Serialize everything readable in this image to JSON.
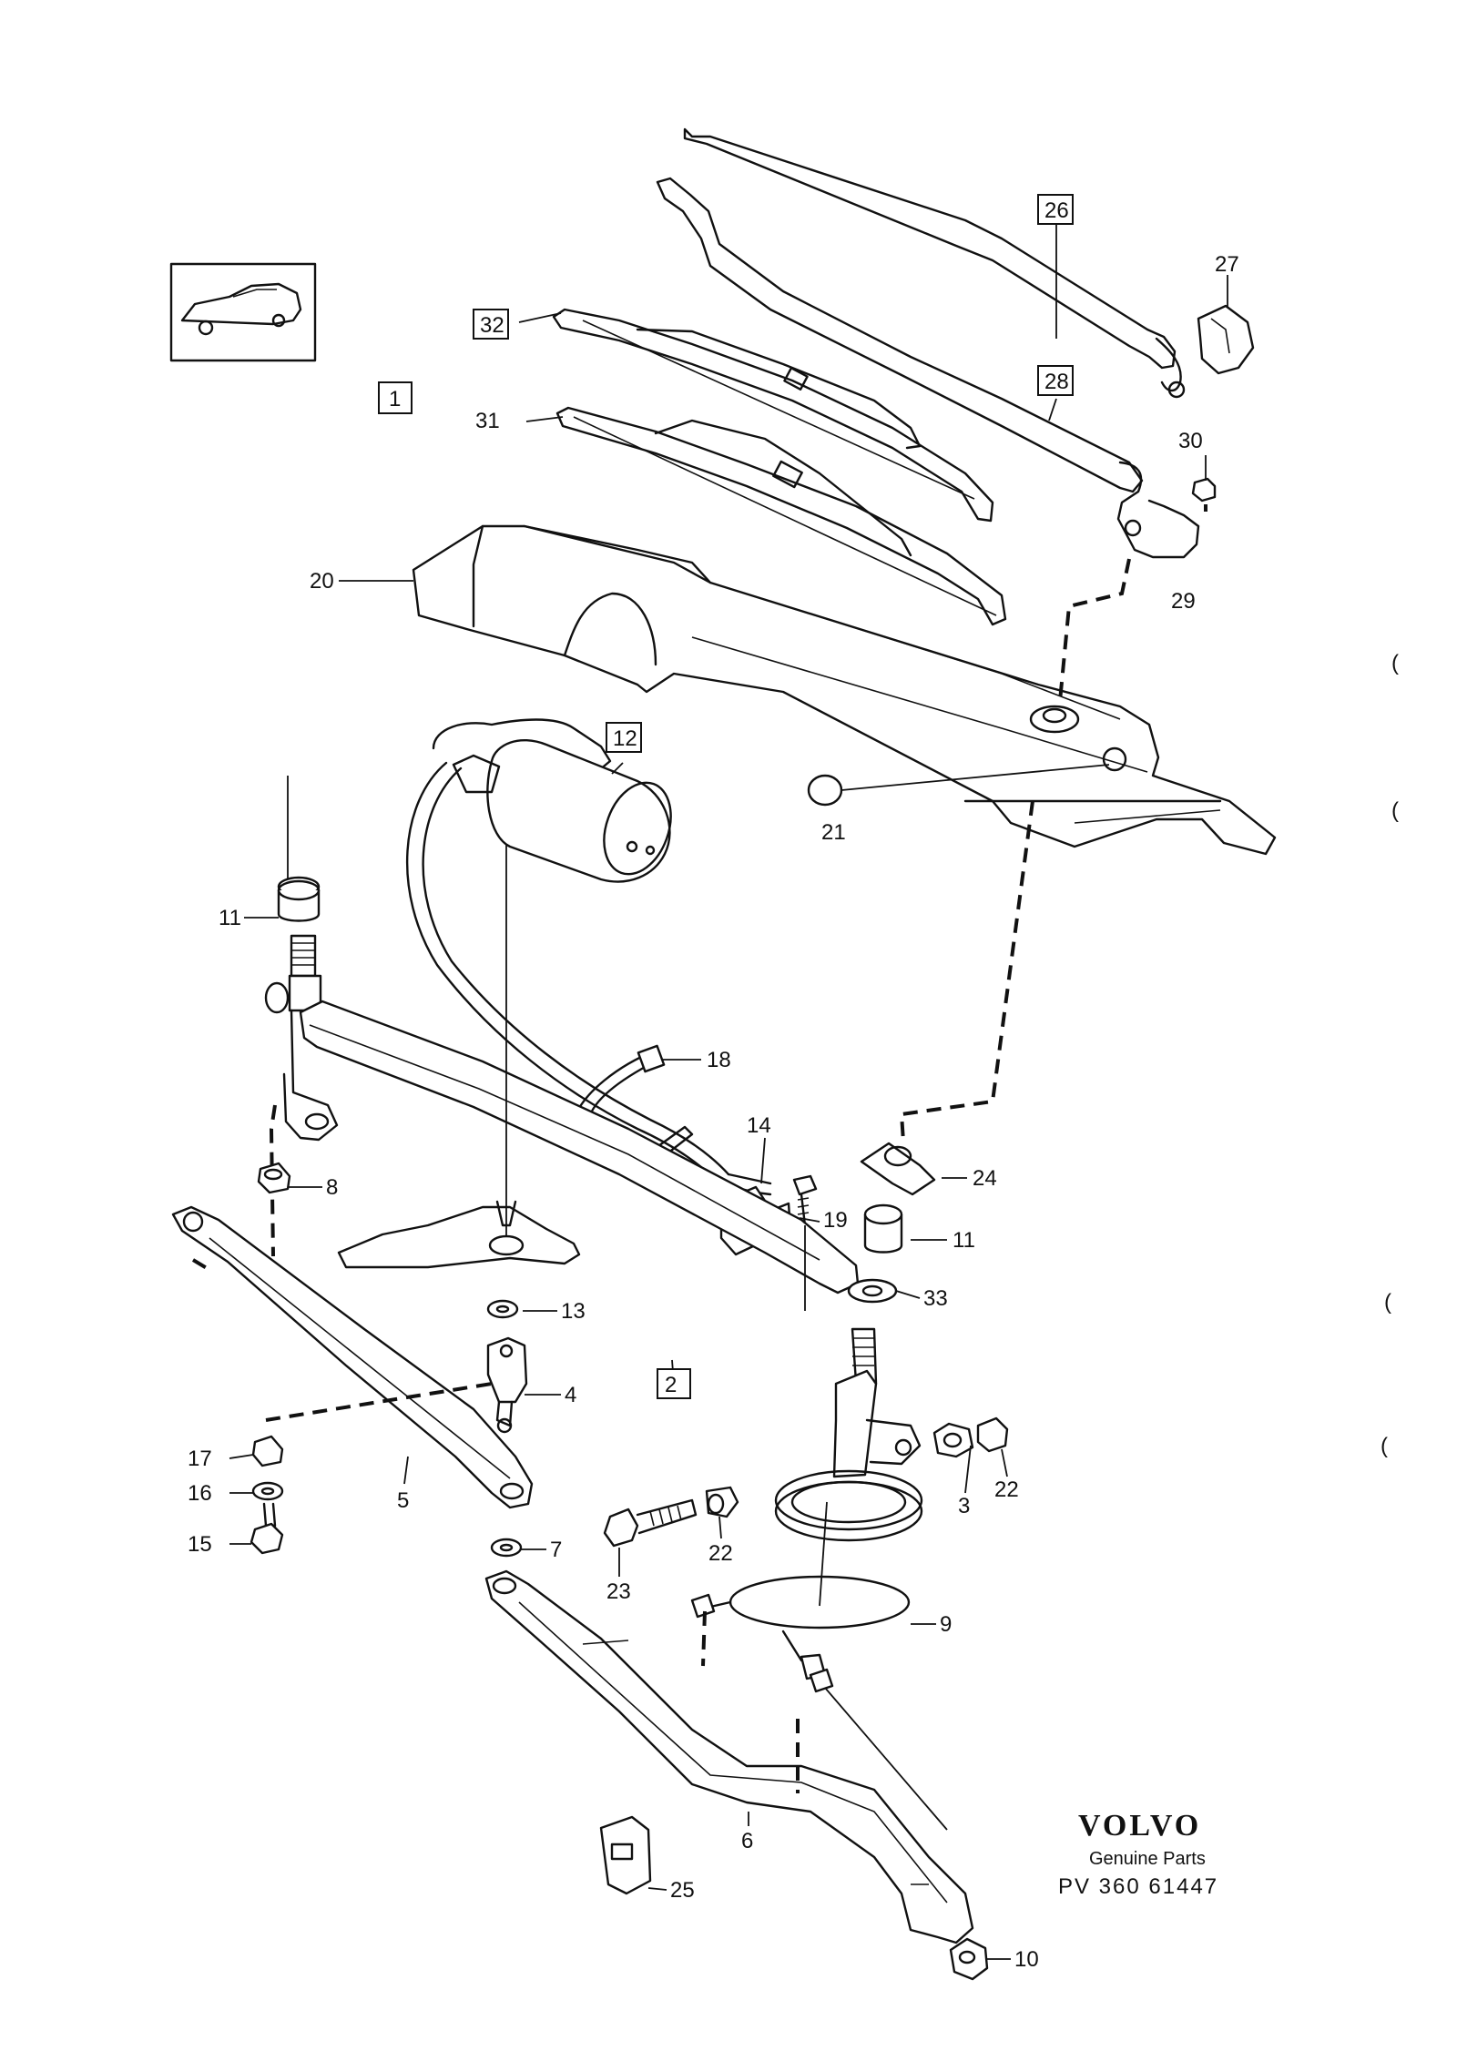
{
  "callouts": {
    "c1": "1",
    "c2": "2",
    "c3": "3",
    "c4": "4",
    "c5": "5",
    "c6": "6",
    "c7": "7",
    "c8": "8",
    "c9": "9",
    "c10": "10",
    "c11a": "11",
    "c11b": "11",
    "c12": "12",
    "c13": "13",
    "c14": "14",
    "c15": "15",
    "c16": "16",
    "c17": "17",
    "c18": "18",
    "c19": "19",
    "c20": "20",
    "c21": "21",
    "c22a": "22",
    "c22b": "22",
    "c23": "23",
    "c24": "24",
    "c25": "25",
    "c26": "26",
    "c27": "27",
    "c28": "28",
    "c29": "29",
    "c30": "30",
    "c31": "31",
    "c32": "32",
    "c33": "33"
  },
  "branding": {
    "brand": "VOLVO",
    "subtitle": "Genuine Parts",
    "code": "PV 360 61447"
  },
  "margin_marks": [
    "(",
    "(",
    "(",
    "("
  ]
}
